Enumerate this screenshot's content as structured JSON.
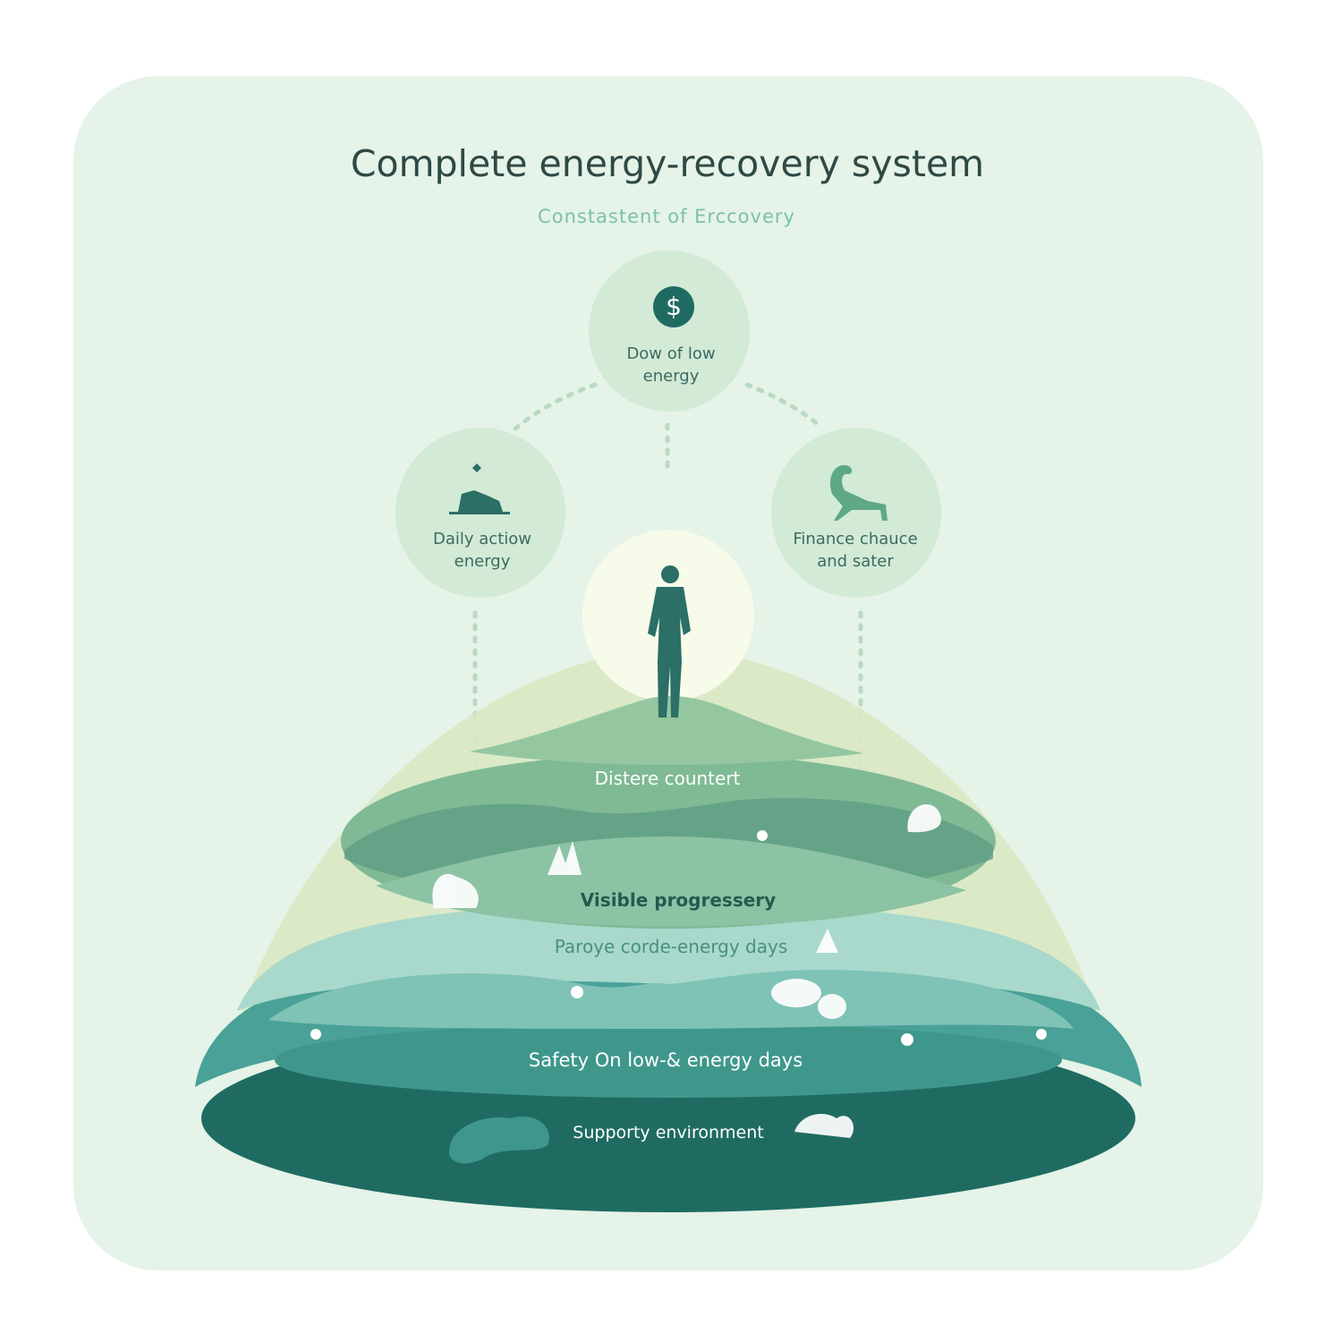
{
  "title": "Complete energy-recovery system",
  "subtitle": "Constastent of Erccovery",
  "nodes": [
    {
      "line1": "Dow of low",
      "line2": "energy",
      "icon": "dollar-icon"
    },
    {
      "line1": "Daily actiow",
      "line2": "energy",
      "icon": "rock-icon"
    },
    {
      "line1": "Finance chauce",
      "line2": "and sater",
      "icon": "chair-icon"
    }
  ],
  "layers": [
    "Distere countert",
    "Visible progressery",
    "Paroye corde-energy days",
    "Safety On low-& energy days",
    "Supporty environment"
  ],
  "colors": {
    "bg": "#e5f3e8",
    "dark": "#1f6b62",
    "teal": "#4aa197",
    "green": "#7fba94",
    "light": "#a8d9cc"
  }
}
